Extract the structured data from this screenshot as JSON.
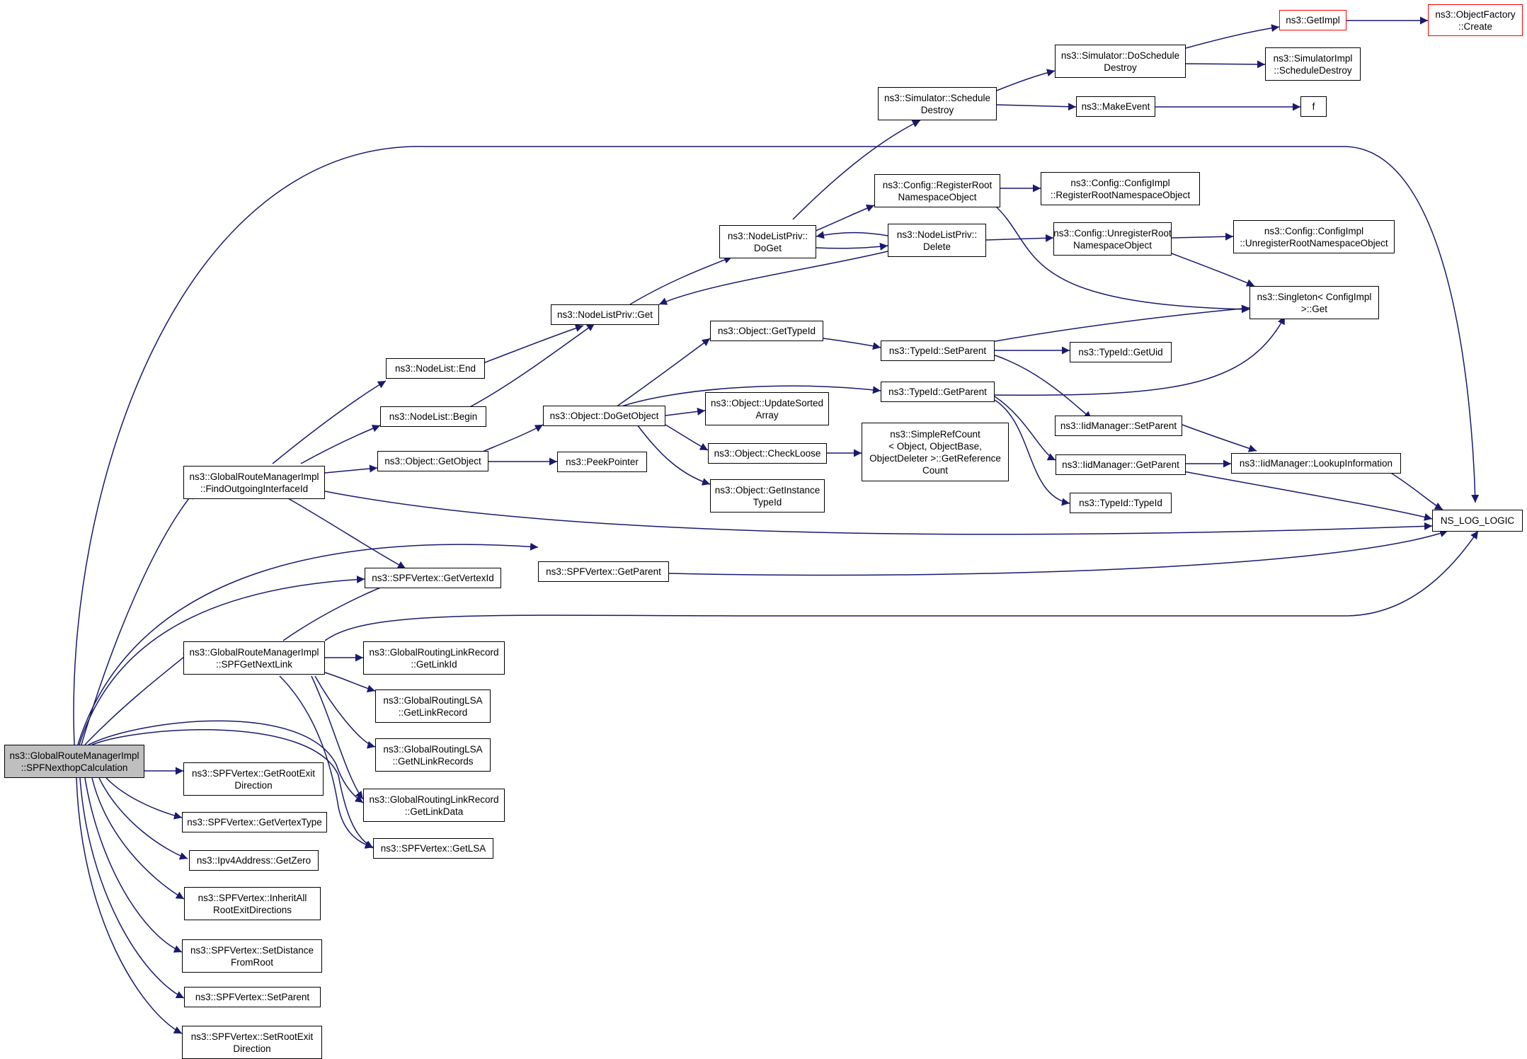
{
  "diagram": {
    "type": "call-graph",
    "colors": {
      "edge": "#191970",
      "node_border": "#000000",
      "root_fill": "#bfbfbf",
      "truncated_border": "#ff0000"
    },
    "nodes": {
      "root": "ns3::GlobalRouteManagerImpl\n::SPFNexthopCalculation",
      "find_outgoing": "ns3::GlobalRouteManagerImpl\n::FindOutgoingInterfaceId",
      "spf_get_next_link": "ns3::GlobalRouteManagerImpl\n::SPFGetNextLink",
      "get_root_exit_dir": "ns3::SPFVertex::GetRootExit\nDirection",
      "get_vertex_type": "ns3::SPFVertex::GetVertexType",
      "ipv4_get_zero": "ns3::Ipv4Address::GetZero",
      "inherit_all": "ns3::SPFVertex::InheritAll\nRootExitDirections",
      "set_distance": "ns3::SPFVertex::SetDistance\nFromRoot",
      "set_parent": "ns3::SPFVertex::SetParent",
      "set_root_exit_dir": "ns3::SPFVertex::SetRootExit\nDirection",
      "nodelist_end": "ns3::NodeList::End",
      "nodelist_begin": "ns3::NodeList::Begin",
      "object_get_object": "ns3::Object::GetObject",
      "get_vertex_id": "ns3::SPFVertex::GetVertexId",
      "link_get_link_id": "ns3::GlobalRoutingLinkRecord\n::GetLinkId",
      "lsa_get_link_record": "ns3::GlobalRoutingLSA\n::GetLinkRecord",
      "lsa_get_n_link_records": "ns3::GlobalRoutingLSA\n::GetNLinkRecords",
      "link_get_link_data": "ns3::GlobalRoutingLinkRecord\n::GetLinkData",
      "get_lsa": "ns3::SPFVertex::GetLSA",
      "nodelistpriv_get": "ns3::NodeListPriv::Get",
      "do_get_object": "ns3::Object::DoGetObject",
      "peek_pointer": "ns3::PeekPointer",
      "spf_get_parent": "ns3::SPFVertex::GetParent",
      "nodelistpriv_doget": "ns3::NodeListPriv::\nDoGet",
      "object_get_type_id": "ns3::Object::GetTypeId",
      "update_sorted_array": "ns3::Object::UpdateSorted\nArray",
      "check_loose": "ns3::Object::CheckLoose",
      "get_instance_type_id": "ns3::Object::GetInstance\nTypeId",
      "sched_destroy": "ns3::Simulator::Schedule\nDestroy",
      "register_root": "ns3::Config::RegisterRoot\nNamespaceObject",
      "nodelistpriv_delete": "ns3::NodeListPriv::\nDelete",
      "typeid_set_parent": "ns3::TypeId::SetParent",
      "typeid_get_parent": "ns3::TypeId::GetParent",
      "simple_ref_count": "ns3::SimpleRefCount\n< Object, ObjectBase,\nObjectDeleter >::GetReference\nCount",
      "do_schedule_destroy": "ns3::Simulator::DoSchedule\nDestroy",
      "make_event": "ns3::MakeEvent",
      "configimpl_register": "ns3::Config::ConfigImpl\n::RegisterRootNamespaceObject",
      "unregister_root": "ns3::Config::UnregisterRoot\nNamespaceObject",
      "typeid_get_uid": "ns3::TypeId::GetUid",
      "iid_set_parent": "ns3::IidManager::SetParent",
      "iid_get_parent": "ns3::IidManager::GetParent",
      "typeid_typeid": "ns3::TypeId::TypeId",
      "get_impl": "ns3::GetImpl",
      "simimpl_schedule_destroy": "ns3::SimulatorImpl\n::ScheduleDestroy",
      "f": "f",
      "configimpl_unregister": "ns3::Config::ConfigImpl\n::UnregisterRootNamespaceObject",
      "singleton_get": "ns3::Singleton< ConfigImpl\n>::Get",
      "iid_lookup": "ns3::IidManager::LookupInformation",
      "object_factory_create": "ns3::ObjectFactory\n::Create",
      "ns_log_logic": "NS_LOG_LOGIC"
    }
  }
}
